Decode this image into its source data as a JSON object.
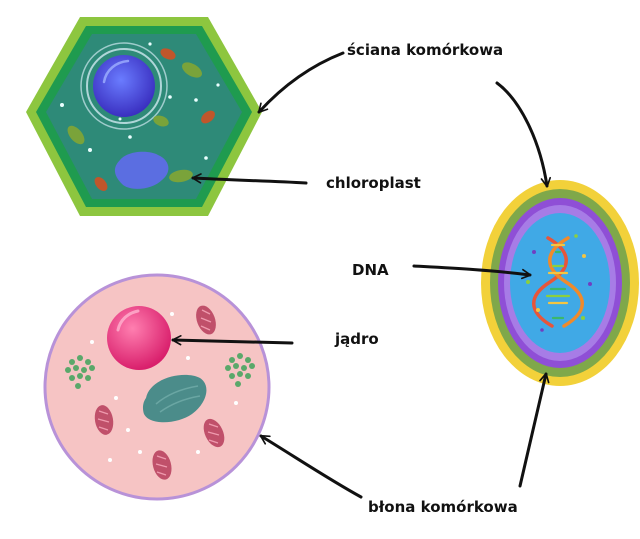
{
  "labels": {
    "cell_wall": "ściana komórkowa",
    "chloroplast": "chloroplast",
    "dna": "DNA",
    "nucleus": "jądro",
    "cell_membrane": "błona komórkowa"
  },
  "colors": {
    "plant_wall_outer": "#8dc63f",
    "plant_wall_inner": "#1f9b4f",
    "plant_cytoplasm": "#2e8a78",
    "vacuole": "#5b6ee1",
    "plant_nucleus": "#4b4fd8",
    "mitochondria_plant": "#c0562b",
    "chloroplast": "#7aa33a",
    "animal_cytoplasm": "#f6c4c4",
    "animal_membrane": "#b892d8",
    "animal_nucleus": "#e8337a",
    "golgi": "#4b8c8a",
    "mitochondria_animal": "#c0506a",
    "ribosome_green": "#5aa86a",
    "bacteria_capsule": "#f2d13a",
    "bacteria_wall": "#7fa84a",
    "bacteria_membrane": "#8f4fd6",
    "bacteria_cytoplasm": "#40a9e6",
    "arrow": "#111111"
  }
}
